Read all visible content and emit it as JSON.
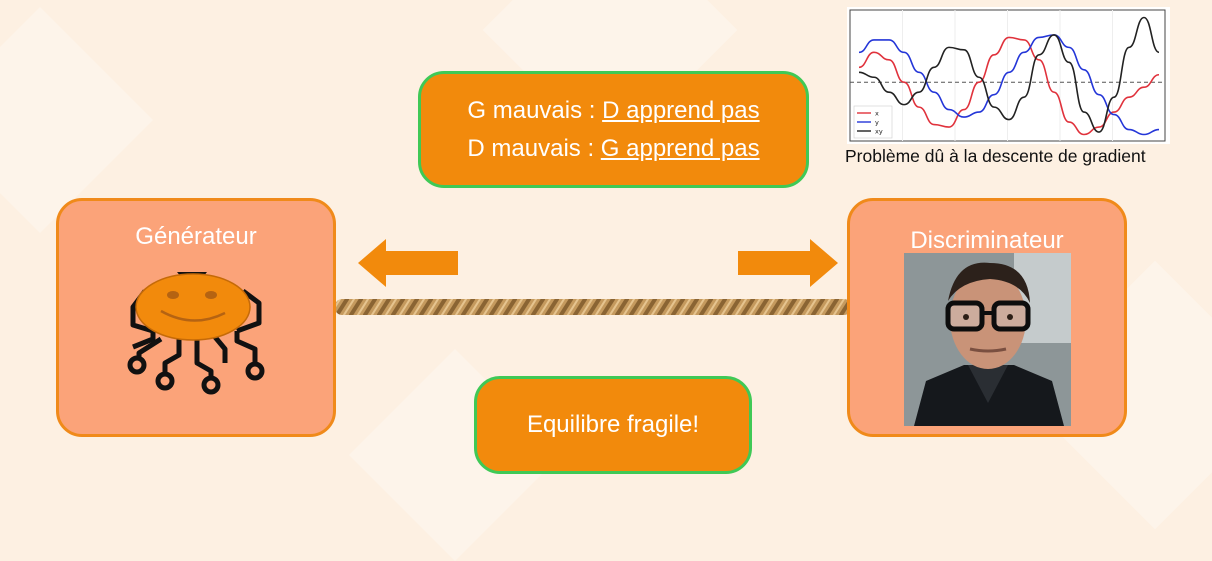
{
  "generator": {
    "title": "Générateur"
  },
  "discriminator": {
    "title": "Discriminateur"
  },
  "note_top": {
    "line1_prefix": "G mauvais : ",
    "line1_link": "D apprend pas",
    "line2_prefix": "D mauvais : ",
    "line2_link": "G apprend pas"
  },
  "note_bottom": {
    "text": "Equilibre fragile!"
  },
  "chart_caption": "Problème dû à la descente de gradient",
  "chart_data": {
    "type": "line",
    "title": "",
    "xlabel": "",
    "ylabel": "",
    "legend_position": "bottom-left",
    "reference_line": 0,
    "series": [
      {
        "name": "x",
        "color": "#e0323c",
        "x": [
          0,
          1,
          2,
          3,
          4,
          5,
          6,
          7,
          8,
          9,
          10,
          11,
          12,
          13,
          14,
          15,
          16,
          17,
          18,
          19,
          20
        ],
        "values": [
          0.3,
          0.6,
          0.45,
          0.0,
          -0.5,
          -0.85,
          -0.9,
          -0.55,
          0.0,
          0.55,
          0.9,
          0.85,
          0.45,
          -0.2,
          -0.8,
          -1.05,
          -0.9,
          -0.6,
          -0.3,
          -0.1,
          0.15
        ]
      },
      {
        "name": "y",
        "color": "#2436d8",
        "x": [
          0,
          1,
          2,
          3,
          4,
          5,
          6,
          7,
          8,
          9,
          10,
          11,
          12,
          13,
          14,
          15,
          16,
          17,
          18,
          19,
          20
        ],
        "values": [
          0.6,
          0.85,
          0.85,
          0.6,
          0.2,
          -0.2,
          -0.55,
          -0.7,
          -0.6,
          -0.25,
          0.2,
          0.6,
          0.9,
          0.95,
          0.7,
          0.25,
          -0.25,
          -0.65,
          -0.95,
          -1.05,
          -0.95
        ]
      },
      {
        "name": "xy",
        "color": "#222222",
        "x": [
          0,
          1,
          2,
          3,
          4,
          5,
          6,
          7,
          8,
          9,
          10,
          11,
          12,
          13,
          14,
          15,
          16,
          17,
          18,
          19,
          20
        ],
        "values": [
          0.2,
          0.1,
          -0.2,
          -0.45,
          -0.2,
          0.3,
          0.7,
          0.65,
          0.1,
          -0.5,
          -0.75,
          -0.3,
          0.55,
          0.95,
          0.4,
          -0.6,
          -1.0,
          -0.3,
          0.7,
          1.3,
          0.6
        ]
      }
    ]
  },
  "colors": {
    "accent_orange": "#f28a0c",
    "border_green": "#3fc956",
    "box_fill": "#fba379"
  }
}
